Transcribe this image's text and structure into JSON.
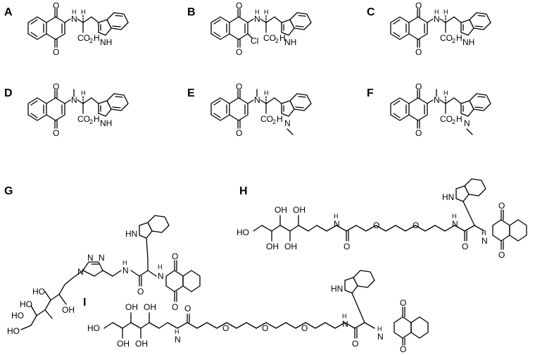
{
  "panels": [
    {
      "label": "A",
      "atoms": {
        "o1": "O",
        "o2": "O",
        "nh": "N",
        "h_nh": "H",
        "co2h": "CO",
        "sub2": "2",
        "h_acid": "H",
        "indole_nh": "NH",
        "h_alpha": "H",
        "cl": "",
        "me": ""
      }
    },
    {
      "label": "B",
      "atoms": {
        "o1": "O",
        "o2": "O",
        "nh": "N",
        "h_nh": "H",
        "co2h": "CO",
        "sub2": "2",
        "h_acid": "H",
        "indole_nh": "NH",
        "h_alpha": "H",
        "cl": "Cl",
        "me": ""
      }
    },
    {
      "label": "C",
      "atoms": {
        "o1": "O",
        "o2": "O",
        "nh": "N",
        "h_nh": "H",
        "co2h": "CO",
        "sub2": "2",
        "h_acid": "H",
        "indole_nh": "NH",
        "h_alpha": "H",
        "cl": "",
        "me": ""
      }
    },
    {
      "label": "D",
      "atoms": {
        "o1": "O",
        "o2": "O",
        "nh": "N",
        "h_nh": "",
        "co2h": "CO",
        "sub2": "2",
        "h_acid": "H",
        "indole_nh": "NH",
        "h_alpha": "H",
        "cl": "",
        "me": ""
      }
    },
    {
      "label": "E",
      "atoms": {
        "o1": "O",
        "o2": "O",
        "nh": "N",
        "h_nh": "",
        "co2h": "CO",
        "sub2": "2",
        "h_acid": "H",
        "indole_nh": "N",
        "h_alpha": "H",
        "cl": "",
        "me": ""
      }
    },
    {
      "label": "F",
      "atoms": {
        "o1": "O",
        "o2": "O",
        "nh": "N",
        "h_nh": "",
        "co2h": "CO",
        "sub2": "2",
        "h_acid": "H",
        "indole_nh": "N",
        "h_alpha": "H",
        "cl": "",
        "me": ""
      }
    }
  ],
  "panel_g": {
    "label": "G",
    "atoms": {
      "n1": "N",
      "n2": "N",
      "n3": "N",
      "hn_indole": "HN",
      "o_top": "O",
      "o_bot": "O",
      "h_amide": "H",
      "n_amide": "N",
      "o_amide": "O",
      "h_amine": "H",
      "n_amine": "N",
      "ho1": "HO",
      "ho2": "HO",
      "oh3": "OH",
      "ho4": "HO",
      "ho5": "HO"
    }
  },
  "panel_h": {
    "label": "H",
    "atoms": {
      "ho1": "HO",
      "oh2": "OH",
      "oh3": "OH",
      "oh4": "OH",
      "oh5": "OH",
      "h_n1": "H",
      "n1": "N",
      "o_c1": "O",
      "o_e1": "O",
      "o_e2": "O",
      "h_n2": "H",
      "n2": "N",
      "o_c2": "O",
      "hn_indole": "HN",
      "h_n3": "H",
      "n3": "N",
      "o_top": "O",
      "o_bot": "O"
    }
  },
  "panel_i": {
    "label": "I",
    "atoms": {
      "ho1": "HO",
      "oh2": "OH",
      "oh3": "OH",
      "oh4": "OH",
      "oh5": "OH",
      "h_n1": "H",
      "n1": "N",
      "o_c1": "O",
      "o_e1": "O",
      "o_e2": "O",
      "o_e3": "O",
      "h_n2": "H",
      "n2": "N",
      "o_c2": "O",
      "hn_indole": "HN",
      "h_n3": "H",
      "n3": "N",
      "o_top": "O",
      "o_bot": "O"
    }
  }
}
